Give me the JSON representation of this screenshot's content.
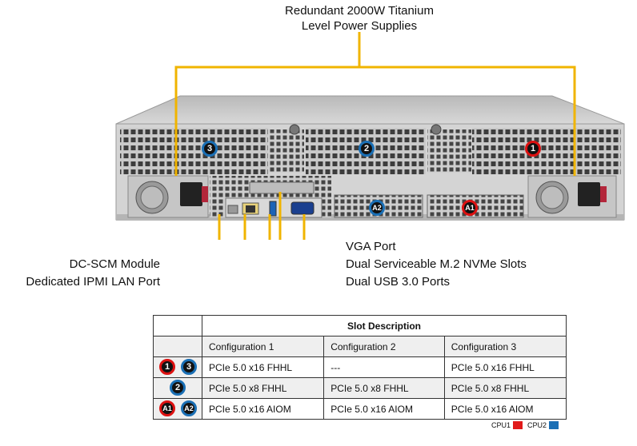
{
  "callouts": {
    "psu_line1": "Redundant 2000W Titanium",
    "psu_line2": "Level Power Supplies",
    "vga": "VGA Port",
    "m2": "Dual Serviceable M.2 NVMe Slots",
    "usb": "Dual USB 3.0 Ports",
    "dcscm": "DC-SCM Module",
    "ipmi": "Dedicated IPMI LAN Port"
  },
  "slot_badges": {
    "s1": "1",
    "s2": "2",
    "s3": "3",
    "a1": "A1",
    "a2": "A2"
  },
  "table": {
    "header": "Slot Description",
    "columns": [
      "Configuration 1",
      "Configuration 2",
      "Configuration 3"
    ],
    "rows": [
      {
        "badges": [
          "1",
          "3"
        ],
        "cells": [
          "PCIe 5.0 x16 FHHL",
          "---",
          "PCIe 5.0 x16 FHHL"
        ]
      },
      {
        "badges": [
          "2"
        ],
        "cells": [
          "PCIe 5.0 x8 FHHL",
          "PCIe 5.0 x8 FHHL",
          "PCIe 5.0 x8 FHHL"
        ]
      },
      {
        "badges": [
          "A1",
          "A2"
        ],
        "cells": [
          "PCIe 5.0 x16 AIOM",
          "PCIe 5.0 x16 AIOM",
          "PCIe 5.0 x16 AIOM"
        ]
      }
    ]
  },
  "legend": {
    "cpu1": "CPU1",
    "cpu2": "CPU2"
  },
  "colors": {
    "callout_line": "#f0b400",
    "cpu1": "#e11a1a",
    "cpu2": "#1a6fb5"
  }
}
